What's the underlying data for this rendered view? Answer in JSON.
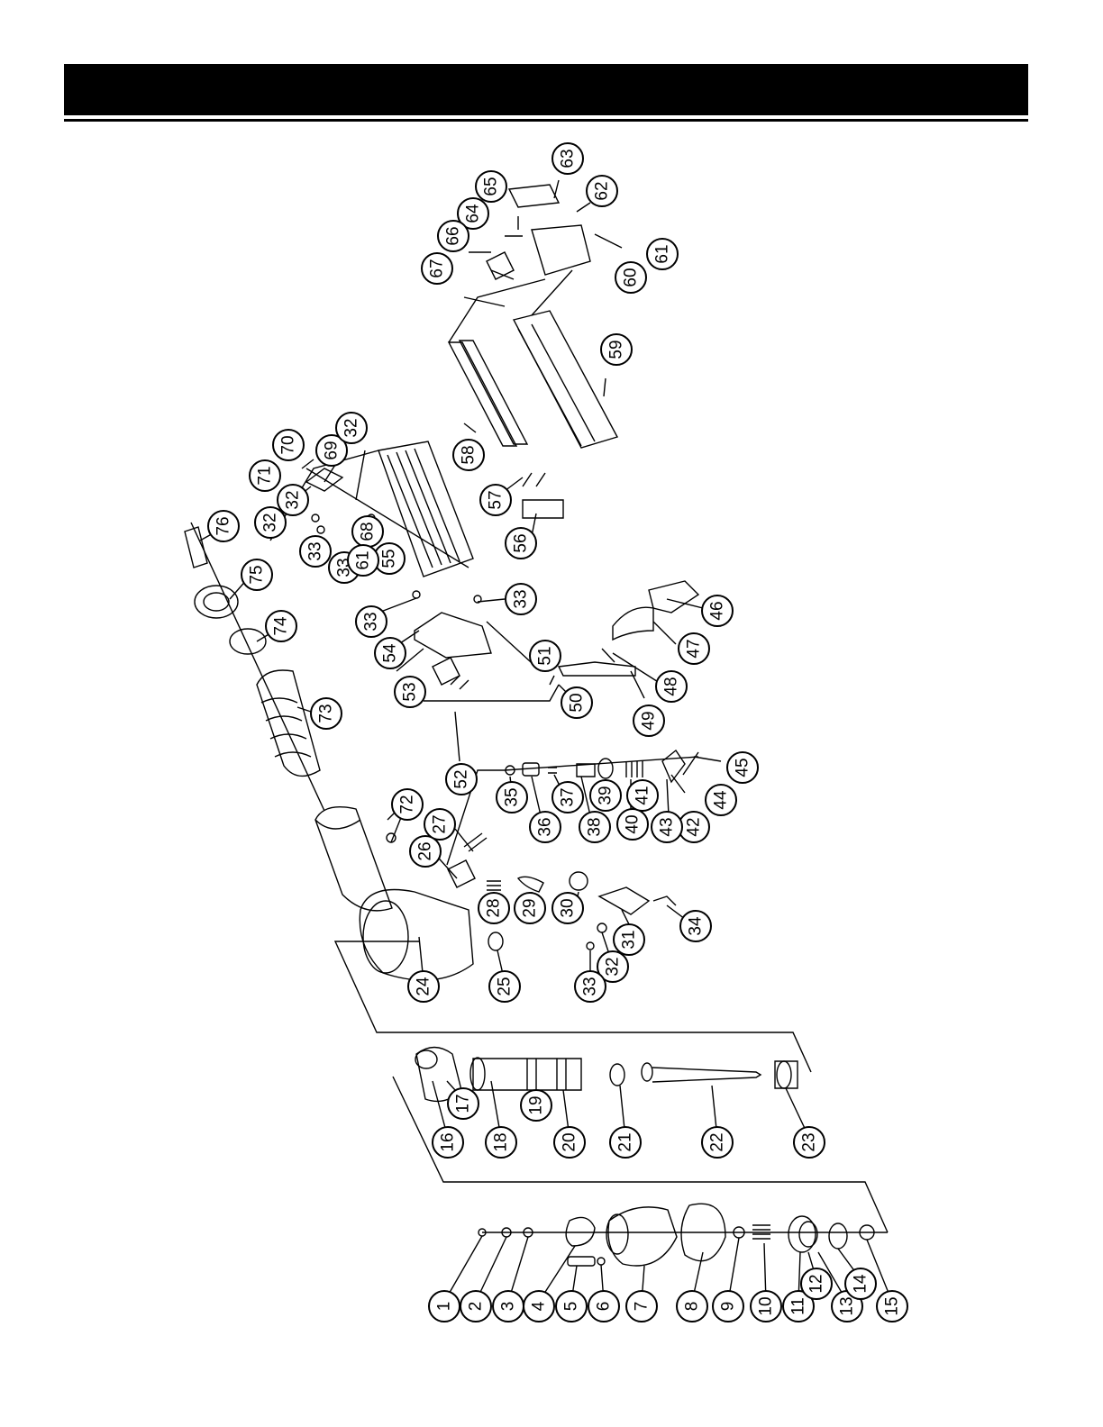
{
  "header": {
    "title": ""
  },
  "diagram": {
    "parts": [
      {
        "num": "1"
      },
      {
        "num": "2"
      },
      {
        "num": "3"
      },
      {
        "num": "4"
      },
      {
        "num": "5"
      },
      {
        "num": "6"
      },
      {
        "num": "7"
      },
      {
        "num": "8"
      },
      {
        "num": "9"
      },
      {
        "num": "10"
      },
      {
        "num": "11"
      },
      {
        "num": "12"
      },
      {
        "num": "13"
      },
      {
        "num": "14"
      },
      {
        "num": "15"
      },
      {
        "num": "16"
      },
      {
        "num": "17"
      },
      {
        "num": "18"
      },
      {
        "num": "19"
      },
      {
        "num": "20"
      },
      {
        "num": "21"
      },
      {
        "num": "22"
      },
      {
        "num": "23"
      },
      {
        "num": "24"
      },
      {
        "num": "25"
      },
      {
        "num": "26"
      },
      {
        "num": "27"
      },
      {
        "num": "28"
      },
      {
        "num": "29"
      },
      {
        "num": "30"
      },
      {
        "num": "31"
      },
      {
        "num": "32"
      },
      {
        "num": "33"
      },
      {
        "num": "34"
      },
      {
        "num": "35"
      },
      {
        "num": "36"
      },
      {
        "num": "37"
      },
      {
        "num": "38"
      },
      {
        "num": "39"
      },
      {
        "num": "40"
      },
      {
        "num": "41"
      },
      {
        "num": "42"
      },
      {
        "num": "43"
      },
      {
        "num": "44"
      },
      {
        "num": "45"
      },
      {
        "num": "46"
      },
      {
        "num": "47"
      },
      {
        "num": "48"
      },
      {
        "num": "49"
      },
      {
        "num": "50"
      },
      {
        "num": "51"
      },
      {
        "num": "52"
      },
      {
        "num": "53"
      },
      {
        "num": "54"
      },
      {
        "num": "55"
      },
      {
        "num": "56"
      },
      {
        "num": "57"
      },
      {
        "num": "58"
      },
      {
        "num": "59"
      },
      {
        "num": "60"
      },
      {
        "num": "61"
      },
      {
        "num": "62"
      },
      {
        "num": "63"
      },
      {
        "num": "64"
      },
      {
        "num": "65"
      },
      {
        "num": "66"
      },
      {
        "num": "67"
      },
      {
        "num": "68"
      },
      {
        "num": "69"
      },
      {
        "num": "70"
      },
      {
        "num": "71"
      },
      {
        "num": "72"
      },
      {
        "num": "73"
      },
      {
        "num": "74"
      },
      {
        "num": "75"
      },
      {
        "num": "76"
      },
      {
        "num": "32"
      },
      {
        "num": "33"
      },
      {
        "num": "32"
      },
      {
        "num": "33"
      },
      {
        "num": "61"
      },
      {
        "num": "33"
      },
      {
        "num": "33"
      },
      {
        "num": "32"
      }
    ]
  }
}
